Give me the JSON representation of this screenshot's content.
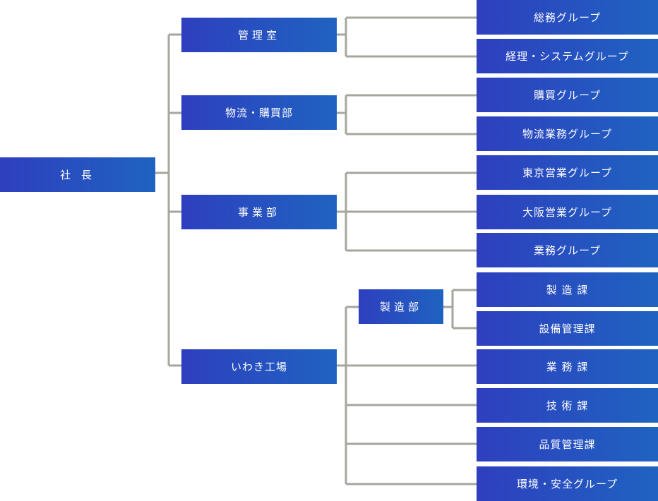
{
  "colors": {
    "box_start": "#2e3fbf",
    "box_end": "#1f63c0",
    "line": "#a6a69e",
    "text": "#ffffff"
  },
  "org": {
    "president": "社 長",
    "divisions": {
      "kanri": "管理室",
      "butsuryu": "物流・購買部",
      "jigyo": "事業部",
      "iwaki": "いわき工場",
      "seizo": "製造部"
    },
    "groups": {
      "somu": "総務グループ",
      "keiri": "経理・システムグループ",
      "kobai": "購買グループ",
      "butsuryu_gyomu": "物流業務グループ",
      "tokyo": "東京営業グループ",
      "osaka": "大阪営業グループ",
      "gyomu_group": "業務グループ",
      "seizo_ka": "製 造 課",
      "setsubi": "設備管理課",
      "gyomu_ka": "業 務 課",
      "gijutsu": "技 術 課",
      "hinshitsu": "品質管理課",
      "kankyo": "環境・安全グループ"
    }
  }
}
